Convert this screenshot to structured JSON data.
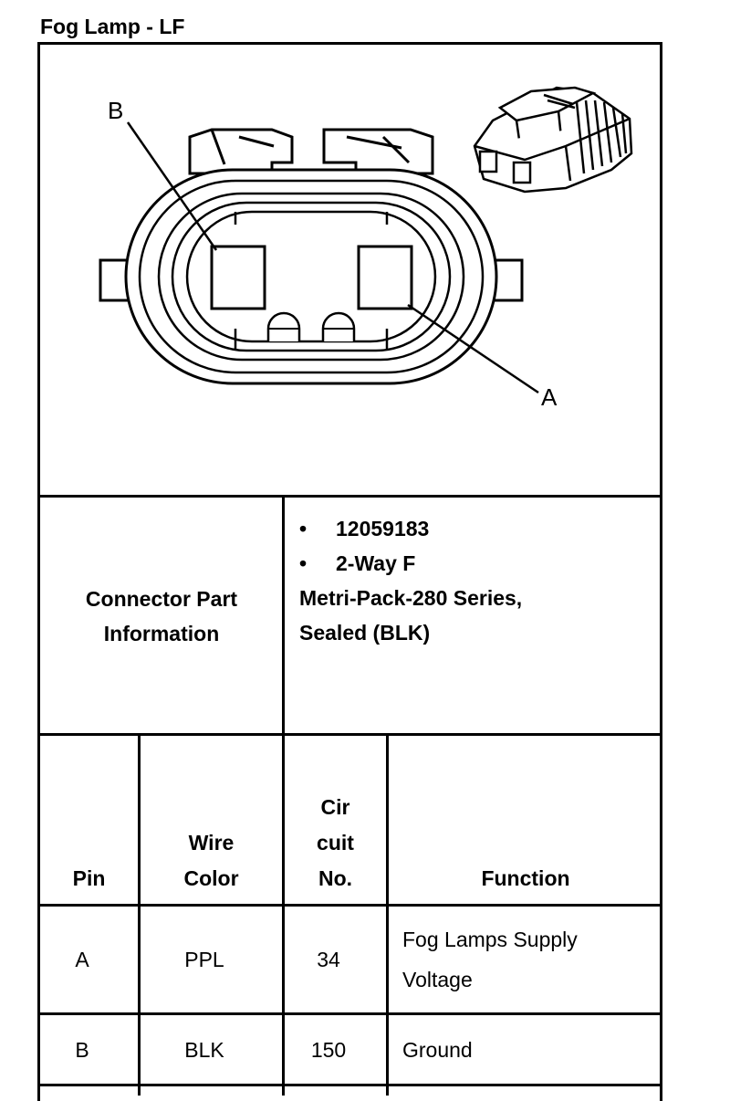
{
  "title": "Fog Lamp - LF",
  "diagram": {
    "label_a": "A",
    "label_b": "B"
  },
  "connector_info": {
    "label": "Connector Part Information",
    "part_number": "12059183",
    "description_line1": "2-Way F",
    "description_line2": "Metri-Pack-280 Series,",
    "description_line3": "Sealed (BLK)"
  },
  "table": {
    "headers": {
      "pin": "Pin",
      "wire_color": "Wire Color",
      "circuit_no": "Cir cuit No.",
      "function": "Function"
    },
    "rows": [
      {
        "pin": "A",
        "wire_color": "PPL",
        "circuit": "34",
        "function": "Fog Lamps Supply Voltage"
      },
      {
        "pin": "B",
        "wire_color": "BLK",
        "circuit": "150",
        "function": "Ground"
      }
    ]
  }
}
